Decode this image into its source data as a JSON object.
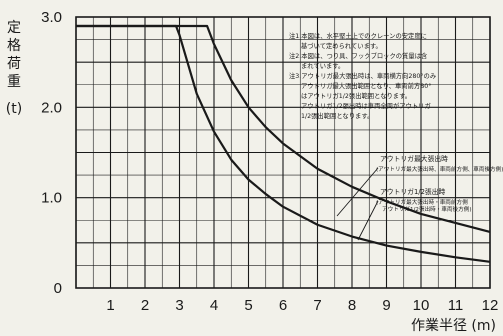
{
  "chart_data": {
    "type": "line",
    "xlabel": "作業半径 (m)",
    "ylabel_chars": [
      "定",
      "格",
      "荷",
      "重"
    ],
    "ylabel_unit": "(t)",
    "xlim": [
      0,
      12
    ],
    "ylim": [
      0,
      3.0
    ],
    "x_ticks": [
      1,
      2,
      3,
      4,
      5,
      6,
      7,
      8,
      9,
      10,
      11,
      12
    ],
    "y_ticks": [
      "0",
      "1.0",
      "2.0",
      "3.0"
    ],
    "grid": true,
    "series": [
      {
        "name": "アウトリガ最大張出時",
        "sub": "(アウトリガ最大張出時、車両前方側、車両後方側)",
        "x": [
          0,
          3.8,
          4.0,
          4.5,
          5.0,
          5.5,
          6.0,
          7.0,
          8.0,
          9.0,
          10.0,
          11.0,
          12.0
        ],
        "y": [
          2.9,
          2.9,
          2.7,
          2.3,
          2.0,
          1.78,
          1.6,
          1.32,
          1.12,
          0.96,
          0.82,
          0.72,
          0.62
        ]
      },
      {
        "name": "アウトリガ1/2張出時",
        "sub": "(アウトリガ最大張出時・車両前方側 アウトリガ1/2張出時・車両後方側)",
        "x": [
          0,
          2.9,
          3.0,
          3.5,
          4.0,
          4.5,
          5.0,
          5.5,
          6.0,
          7.0,
          8.0,
          9.0,
          10.0,
          11.0,
          12.0
        ],
        "y": [
          2.9,
          2.9,
          2.8,
          2.15,
          1.73,
          1.42,
          1.2,
          1.04,
          0.9,
          0.7,
          0.57,
          0.47,
          0.4,
          0.34,
          0.29
        ]
      }
    ],
    "notes": [
      "注1.本図は、水平堅土上でのクレーンの安定度に",
      "基づいて定められています。",
      "注2.本図は、つり具、フックブロックの質量は含",
      "まれています。",
      "注3.アウトリガ最大張出時は、車両横方向280°のみ",
      "アウトリガ最大張出範囲となり、車両前方80°",
      "はアウトリガ1/2張出範囲となります。",
      "アウトリガ1/2張出時は車両全周がアウトリガ",
      "1/2張出範囲となります。"
    ]
  },
  "colors": {
    "background": "#f2f1ea",
    "line": "#1a1a1a",
    "grid": "#1a1a1a"
  }
}
